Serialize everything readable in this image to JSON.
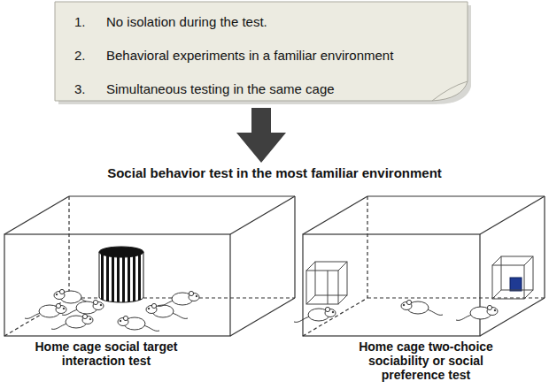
{
  "diagram": {
    "nodes": [
      {
        "text": [
          "1.",
          "No isolation during the test.",
          "2.",
          "Behavioral experiments in a familiar environment",
          "3.",
          "Simultaneous testing in the same cage"
        ]
      },
      {
        "text": [
          "Home cage social target interaction test"
        ]
      },
      {
        "text": [
          "Home cage two-choice sociability or social preference test"
        ]
      }
    ],
    "labels": [
      "Social behavior test in the most familiar environment"
    ]
  }
}
